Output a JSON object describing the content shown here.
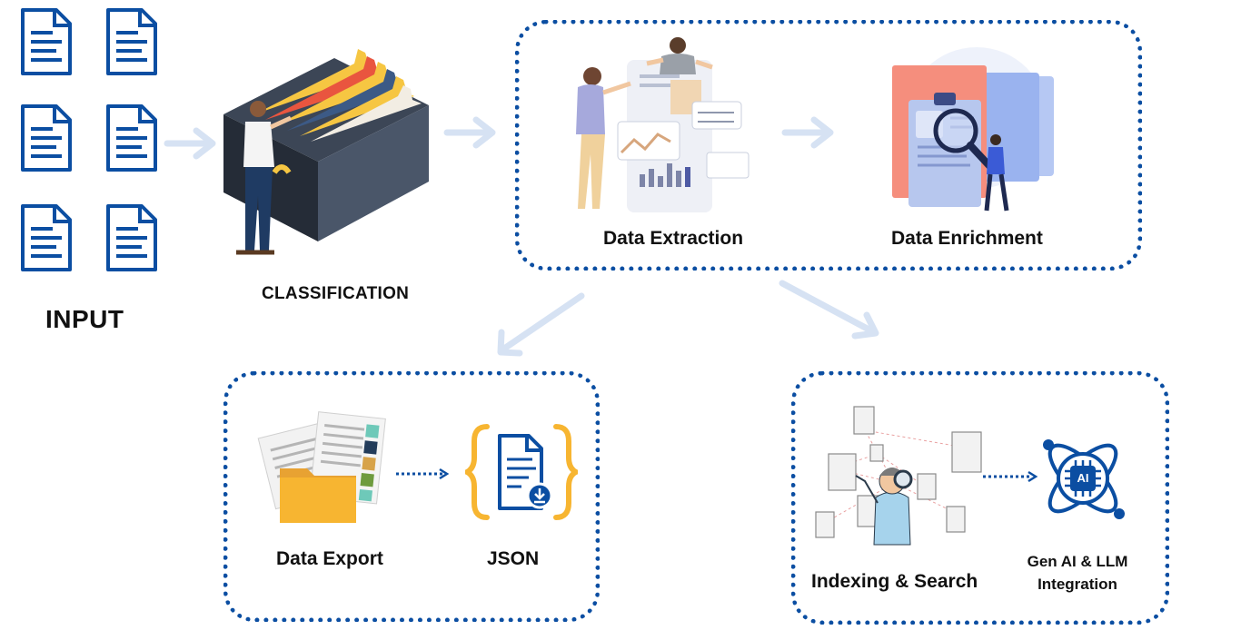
{
  "labels": {
    "input": "INPUT",
    "classification": "CLASSIFICATION",
    "data_extraction": "Data Extraction",
    "data_enrichment": "Data Enrichment",
    "data_export": "Data Export",
    "json": "JSON",
    "indexing_search": "Indexing & Search",
    "gen_ai": "Gen AI & LLM Integration",
    "ai_chip": "AI"
  },
  "colors": {
    "doc_blue": "#0b4ea2",
    "arrow_light": "#d6e2f3",
    "dotted_border": "#0b4ea2",
    "folder_yellow": "#f7b531",
    "json_brace": "#f7b531"
  },
  "icons": [
    "document-icon",
    "cabinet-illustration",
    "data-extraction-illustration",
    "data-enrichment-illustration",
    "data-export-illustration",
    "json-icon",
    "indexing-search-illustration",
    "ai-atom-icon"
  ]
}
